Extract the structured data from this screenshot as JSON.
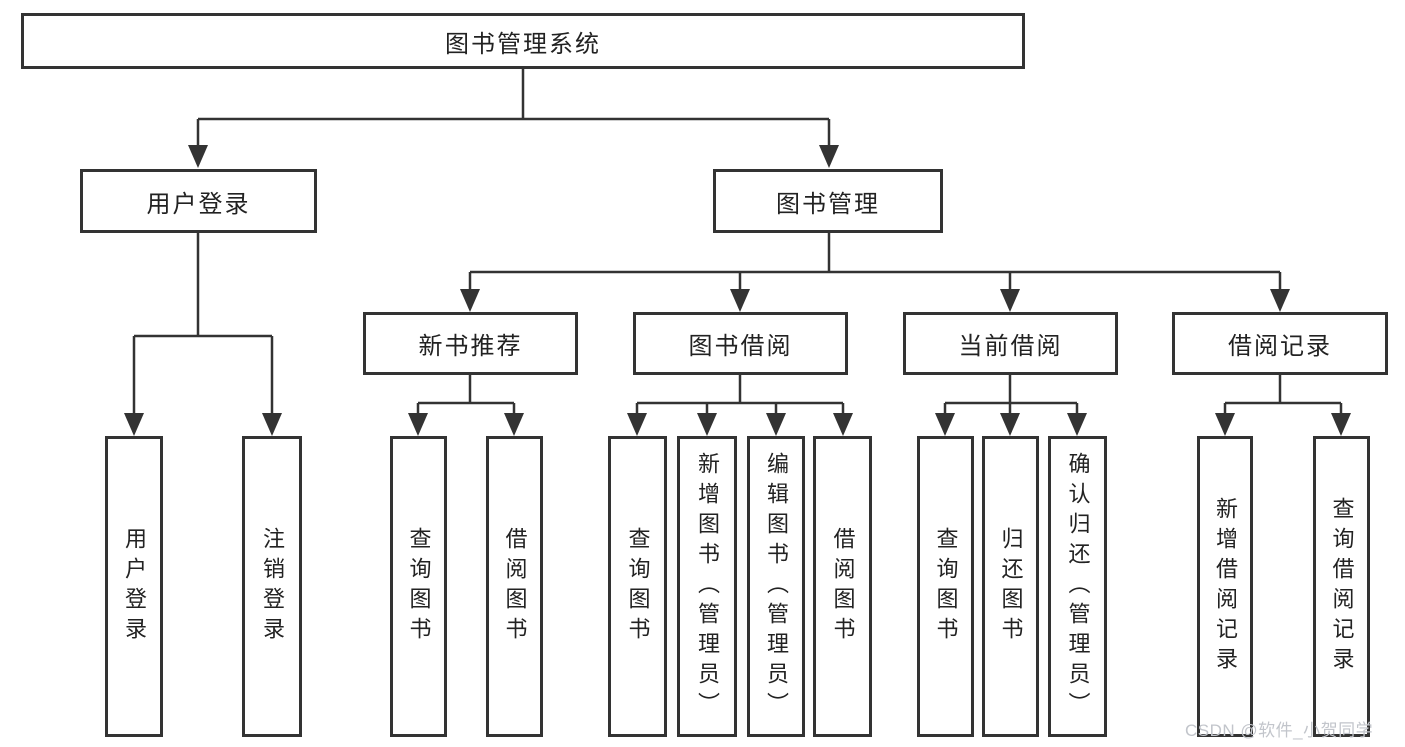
{
  "diagram": {
    "root": {
      "label": "图书管理系统"
    },
    "level2": [
      {
        "id": "user-login",
        "label": "用户登录"
      },
      {
        "id": "book-management",
        "label": "图书管理"
      }
    ],
    "level3": [
      {
        "id": "new-book-recommend",
        "parent": "图书管理",
        "label": "新书推荐"
      },
      {
        "id": "book-borrow",
        "parent": "图书管理",
        "label": "图书借阅"
      },
      {
        "id": "current-borrow",
        "parent": "图书管理",
        "label": "当前借阅"
      },
      {
        "id": "borrow-record",
        "parent": "图书管理",
        "label": "借阅记录"
      }
    ],
    "leaves": [
      {
        "parent": "用户登录",
        "label": "用户登录"
      },
      {
        "parent": "用户登录",
        "label": "注销登录"
      },
      {
        "parent": "新书推荐",
        "label": "查询图书"
      },
      {
        "parent": "新书推荐",
        "label": "借阅图书"
      },
      {
        "parent": "图书借阅",
        "label": "查询图书"
      },
      {
        "parent": "图书借阅",
        "label": "新增图书（管理员）"
      },
      {
        "parent": "图书借阅",
        "label": "编辑图书（管理员）"
      },
      {
        "parent": "图书借阅",
        "label": "借阅图书"
      },
      {
        "parent": "当前借阅",
        "label": "查询图书"
      },
      {
        "parent": "当前借阅",
        "label": "归还图书"
      },
      {
        "parent": "当前借阅",
        "label": "确认归还（管理员）"
      },
      {
        "parent": "借阅记录",
        "label": "新增借阅记录"
      },
      {
        "parent": "借阅记录",
        "label": "查询借阅记录"
      }
    ]
  },
  "watermark": {
    "text": "CSDN @软件_小贺同学"
  },
  "colors": {
    "line": "#333333",
    "text": "#222222",
    "background": "#ffffff",
    "watermark": "#c2c5cb"
  }
}
